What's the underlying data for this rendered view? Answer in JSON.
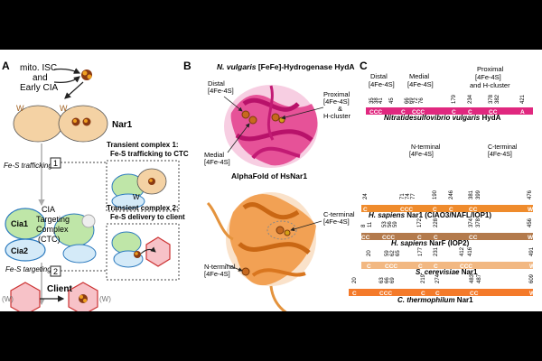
{
  "panel_a": {
    "letter": "A",
    "source": [
      "mito. ISC",
      "and",
      "Early CIA"
    ],
    "nar1": "Nar1",
    "w": "W",
    "w_paren": "(W)",
    "fes_trafficking": "Fe-S trafficking",
    "step1": "1",
    "step2": "2",
    "cia1": "Cia1",
    "cia2": "Cia2",
    "ctc": [
      "CIA",
      "Targeting",
      "Complex",
      "(CTC)"
    ],
    "fes_targeting": "Fe-S targeting",
    "client": "Client",
    "tc1": [
      "Transient complex 1:",
      "Fe-S trafficking to CTC"
    ],
    "tc2": [
      "Transient complex 2:",
      "Fe-S delivery to client"
    ]
  },
  "panel_b": {
    "letter": "B",
    "title_top_species": "N. vulgaris",
    "title_top_rest": " [FeFe]-Hydrogenase HydA",
    "distal": [
      "Distal",
      "[4Fe-4S]"
    ],
    "medial": [
      "Medial",
      "[4Fe-4S]"
    ],
    "proximal": [
      "Proximal",
      "[4Fe-4S]",
      "&",
      "H-cluster"
    ],
    "title_bottom": "AlphaFold of HsNar1",
    "c_terminal": [
      "C-terminal",
      "[4Fe-4S]"
    ],
    "n_terminal": [
      "N-terminal",
      "[4Fe-4S]"
    ]
  },
  "panel_c": {
    "letter": "C",
    "header_top": {
      "distal": [
        "Distal",
        "[4Fe-4S]"
      ],
      "medial": [
        "Medial",
        "[4Fe-4S]"
      ],
      "proximal": [
        "Proximal",
        "[4Fe-4S]",
        "and H-cluster"
      ]
    },
    "header_nt": [
      "N-terminal",
      "[4Fe-4S]"
    ],
    "header_ct": [
      "C-terminal",
      "[4Fe-4S]"
    ],
    "colors": {
      "hyda": "#e0287f",
      "hsnar1": "#ef8b2c",
      "narf": "#b37a4c",
      "sce": "#f2b882",
      "cth": "#f47a2a"
    },
    "proteins": [
      {
        "id": "hyda",
        "name_species": "Nitratidesulfovibrio vulgaris",
        "name_rest": " HydA",
        "bar_text": [
          "CCC",
          "C",
          "CCC",
          "C",
          "C",
          "CC",
          "A"
        ],
        "numbers": [
          "35",
          "38",
          "41",
          "45",
          "66",
          "69",
          "72",
          "76",
          "179",
          "234",
          "378",
          "382",
          "421"
        ]
      },
      {
        "id": "hsnar1",
        "name_species": "H. sapiens",
        "name_rest": " Nar1 (CIAO3/NAFL/IOP1)",
        "bar_text": [
          "C",
          "CCC",
          "C",
          "C",
          "CC",
          "W"
        ],
        "numbers": [
          "24",
          "71",
          "74",
          "77",
          "190",
          "246",
          "381",
          "399",
          "476"
        ]
      },
      {
        "id": "narf",
        "name_species": "H. sapiens",
        "name_rest": " NarF (IOP2)",
        "bar_text": [
          "CC",
          "CCC",
          "C",
          "C",
          "CC",
          "W"
        ],
        "numbers": [
          "8",
          "11",
          "53",
          "56",
          "59",
          "172",
          "228",
          "374",
          "378",
          "456"
        ]
      },
      {
        "id": "sce",
        "name_species": "S. cerevisiae",
        "name_rest": " Nar1",
        "bar_text": [
          "C",
          "CCC",
          "C",
          "C",
          "CCC",
          "W"
        ],
        "numbers": [
          "20",
          "59",
          "62",
          "65",
          "177",
          "231",
          "412",
          "416",
          "491"
        ]
      },
      {
        "id": "cth",
        "name_species": "C. thermophilum",
        "name_rest": " Nar1",
        "bar_text": [
          "C",
          "CCC",
          "C",
          "C",
          "CC",
          "W"
        ],
        "numbers": [
          "20",
          "63",
          "66",
          "69",
          "219",
          "274",
          "483",
          "487",
          "609"
        ]
      }
    ]
  }
}
